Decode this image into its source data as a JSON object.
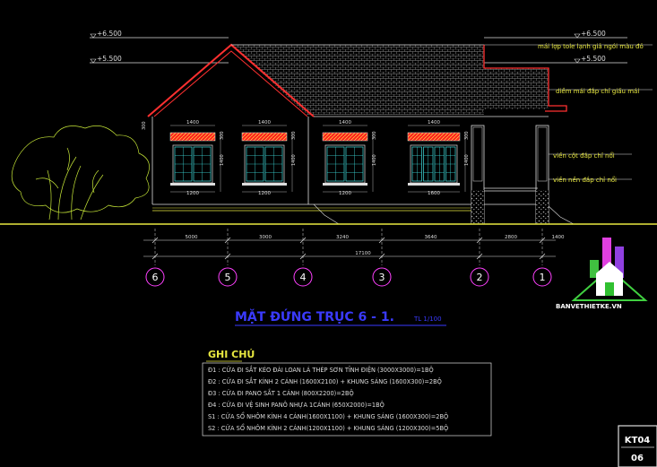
{
  "levels": {
    "left_top": "+6.500",
    "left_bottom": "+5.500",
    "right_top": "+6.500",
    "right_bottom": "+5.500"
  },
  "annotations": {
    "roof": "mái lợp tole lạnh giả ngói màu đỏ",
    "eave": "diềm mái đắp chỉ giấu mái",
    "column": "viền cột đắp chỉ nổi",
    "base": "viền nền đắp chỉ nổi"
  },
  "window_widths": {
    "w1": "1400",
    "w2": "1400",
    "w3": "1400",
    "w4": "1400",
    "b1": "1200",
    "b2": "1200",
    "b3": "1200",
    "b4": "1600"
  },
  "window_heights": {
    "h1": "1400",
    "h2": "1400",
    "h3": "1400",
    "h4": "1400",
    "s1": "300",
    "s2": "300",
    "s3": "300",
    "s4": "300",
    "side": "300"
  },
  "dimensions": {
    "segments": [
      "5000",
      "3000",
      "3240",
      "3640",
      "2800",
      "1400"
    ],
    "total": "17100"
  },
  "axes": [
    "6",
    "5",
    "4",
    "3",
    "2",
    "1"
  ],
  "title": "MẶT ĐỨNG TRỤC 6 - 1.",
  "scale": "TL 1/100",
  "notes": {
    "heading": "GHI CHÚ",
    "lines": [
      "Đ1 : CỬA ĐI SẮT KÉO ĐÀI LOAN LÁ THÉP SƠN TĨNH ĐIỆN (3000X3000)=1BỘ",
      "Đ2 : CỬA ĐI SẮT KÍNH 2 CÁNH (1600X2100) + KHUNG SÁNG (1600X300)=2BỘ",
      "Đ3 : CỬA ĐI PANO SẮT 1 CÁNH (800X2200)=2BỘ",
      "Đ4 : CỬA ĐI VỆ SINH PANÔ NHỰA 1CÁNH (650X2000)=1BỘ",
      "S1 : CỬA SỔ NHÔM KÍNH 4 CÁNH(1600X1100) + KHUNG SÁNG (1600X300)=2BỘ",
      "S2 : CỬA SỔ NHÔM KÍNH 2 CÁNH(1200X1100) + KHUNG SÁNG (1200X300)=5BỘ"
    ]
  },
  "logo": {
    "text": "BANVETHIETKE.VN"
  },
  "sheet": {
    "code": "KT04",
    "number": "06"
  },
  "colors": {
    "roof_outline": "#ff3030",
    "cad_white": "#e8e8e8",
    "yellow": "#e8e840",
    "cyan": "#40e0e0",
    "magenta": "#ff40ff",
    "blue_title": "#3a3aff",
    "tree": "#c8e838"
  }
}
